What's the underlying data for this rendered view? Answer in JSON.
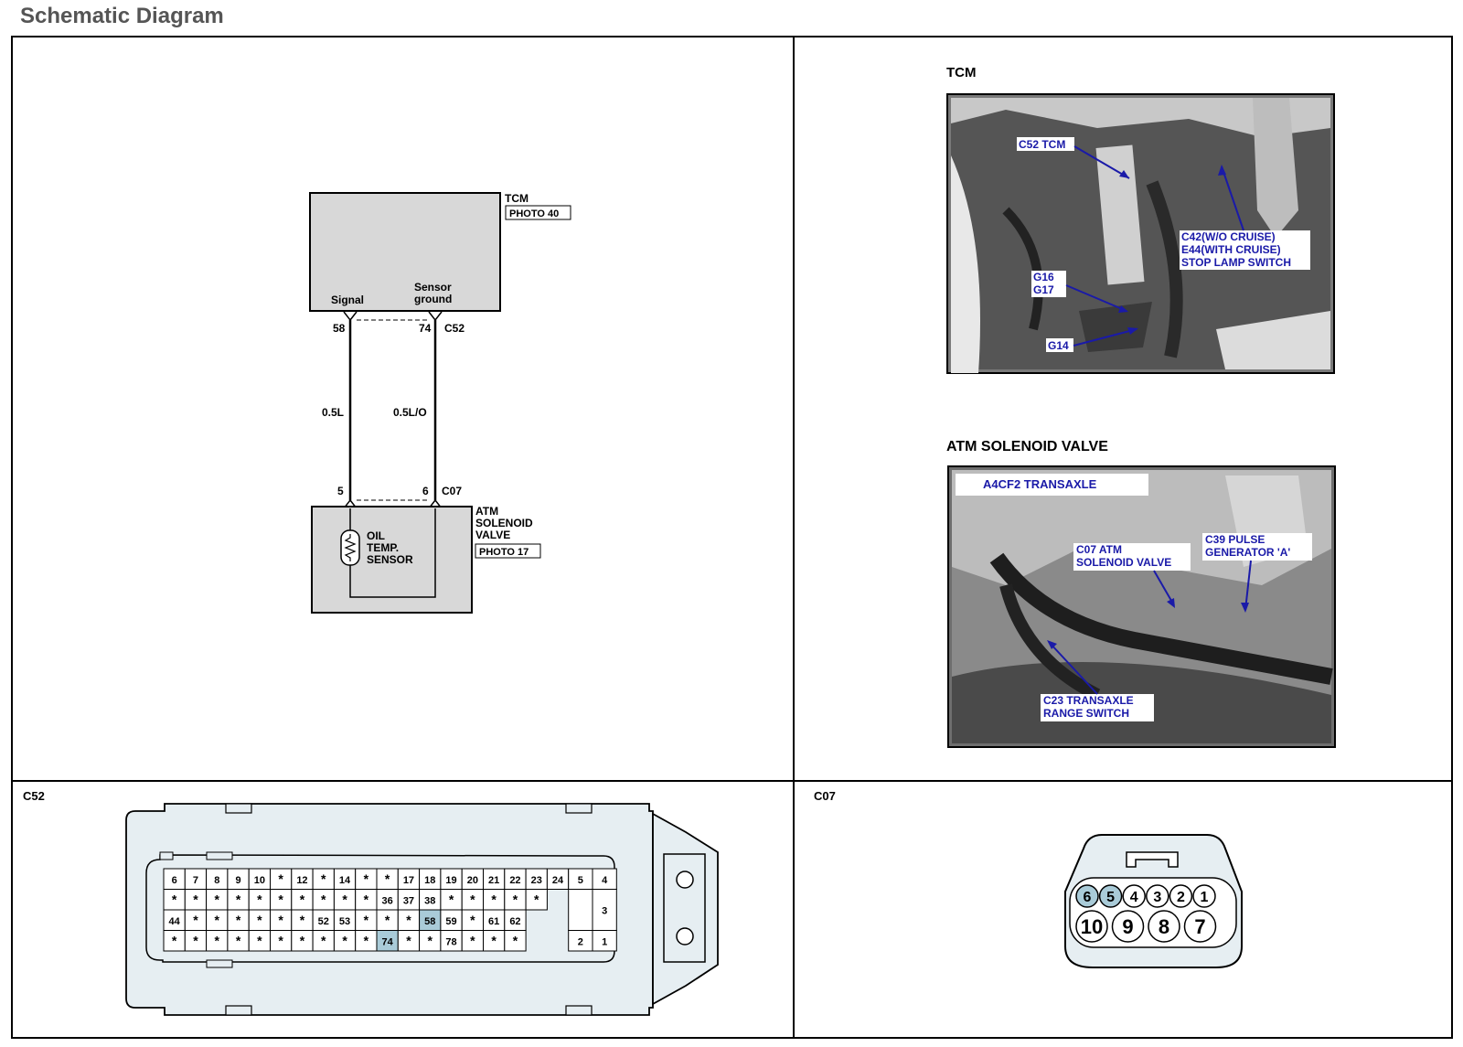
{
  "page_title": "Schematic Diagram",
  "schematic": {
    "tcm_label": "TCM",
    "tcm_photo": "PHOTO 40",
    "signal_label": "Signal",
    "sensor_ground_line1": "Sensor",
    "sensor_ground_line2": "ground",
    "pin_58": "58",
    "pin_74": "74",
    "conn_c52": "C52",
    "wire_left": "0.5L",
    "wire_right": "0.5L/O",
    "pin_5": "5",
    "pin_6": "6",
    "conn_c07": "C07",
    "atm_line1": "ATM",
    "atm_line2": "SOLENOID",
    "atm_line3": "VALVE",
    "atm_photo": "PHOTO 17",
    "oil_line1": "OIL",
    "oil_line2": "TEMP.",
    "oil_line3": "SENSOR"
  },
  "photo_tcm": {
    "heading": "TCM",
    "callout_c52": "C52 TCM",
    "callout_c42_1": "C42(W/O CRUISE)",
    "callout_c42_2": "E44(WITH CRUISE)",
    "callout_c42_3": "STOP LAMP SWITCH",
    "callout_g16": "G16",
    "callout_g17": "G17",
    "callout_g14": "G14"
  },
  "photo_atm": {
    "heading": "ATM SOLENOID VALVE",
    "banner": "A4CF2 TRANSAXLE",
    "callout_c07_1": "C07 ATM",
    "callout_c07_2": "SOLENOID VALVE",
    "callout_c39_1": "C39 PULSE",
    "callout_c39_2": "GENERATOR 'A'",
    "callout_c23_1": "C23 TRANSAXLE",
    "callout_c23_2": "RANGE SWITCH"
  },
  "connector_c52": {
    "label": "C52",
    "rows": [
      [
        "6",
        "7",
        "8",
        "9",
        "10",
        "*",
        "12",
        "*",
        "14",
        "*",
        "*",
        "17",
        "18",
        "19",
        "20",
        "21",
        "22",
        "23",
        "24"
      ],
      [
        "*",
        "*",
        "*",
        "*",
        "*",
        "*",
        "*",
        "*",
        "*",
        "*",
        "36",
        "37",
        "38",
        "*",
        "*",
        "*",
        "*",
        "*",
        ""
      ],
      [
        "44",
        "*",
        "*",
        "*",
        "*",
        "*",
        "*",
        "52",
        "53",
        "*",
        "*",
        "*",
        "58",
        "59",
        "*",
        "61",
        "62",
        "",
        ""
      ],
      [
        "*",
        "*",
        "*",
        "*",
        "*",
        "*",
        "*",
        "*",
        "*",
        "*",
        "74",
        "*",
        "*",
        "78",
        "*",
        "*",
        "*",
        "",
        ""
      ]
    ],
    "right_pins": [
      "5",
      "4",
      "3",
      "2",
      "1"
    ],
    "highlighted": [
      "58",
      "74"
    ]
  },
  "connector_c07": {
    "label": "C07",
    "top_row": [
      "6",
      "5",
      "4",
      "3",
      "2",
      "1"
    ],
    "bottom_row": [
      "10",
      "9",
      "8",
      "7"
    ],
    "highlighted": [
      "6",
      "5"
    ]
  },
  "colors": {
    "panel_fill": "#d8d8d8",
    "connector_fill": "#e6eef2",
    "pin_highlight": "#a9cbd8",
    "callout_text": "#1a1aa8",
    "photo_bg": "#7a7a7a"
  }
}
